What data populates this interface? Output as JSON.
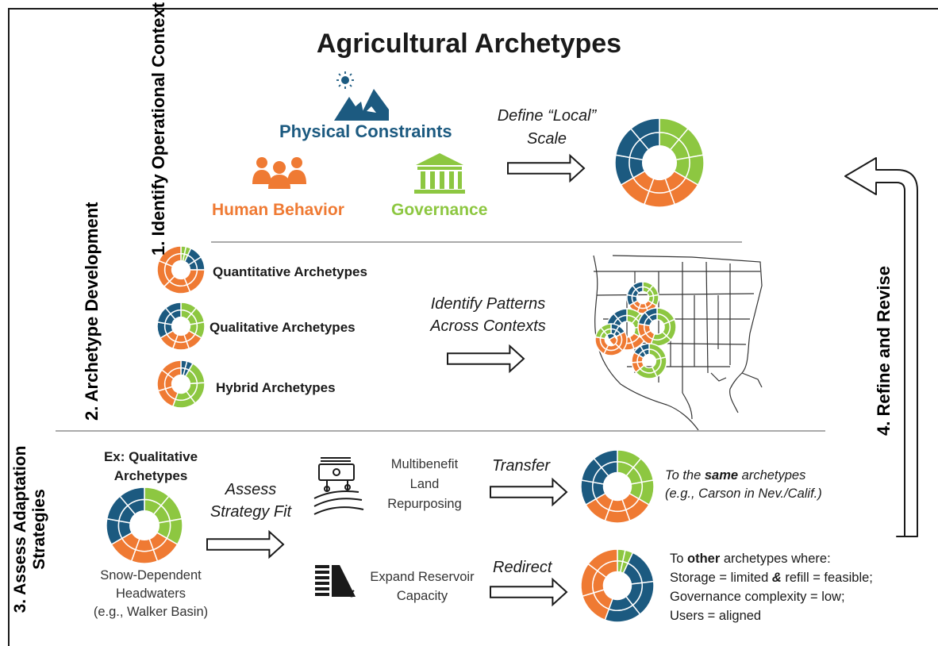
{
  "title": "Agricultural Archetypes",
  "steps": {
    "step1": "1. Identify Operational Context",
    "step2": "2. Archetype Development",
    "step3": "3. Assess Adaptation Strategies",
    "step4": "4. Refine and Revise"
  },
  "context": {
    "physical": "Physical Constraints",
    "human": "Human Behavior",
    "governance": "Governance",
    "define_line1": "Define “Local”",
    "define_line2": "Scale"
  },
  "development": {
    "quantitative": "Quantitative Archetypes",
    "qualitative": "Qualitative Archetypes",
    "hybrid": "Hybrid Archetypes",
    "patterns_line1": "Identify Patterns",
    "patterns_line2": "Across Contexts"
  },
  "assess": {
    "example_line1": "Ex: Qualitative",
    "example_line2": "Archetypes",
    "fit_line1": "Assess",
    "fit_line2": "Strategy Fit",
    "basin_line1": "Snow-Dependent",
    "basin_line2": "Headwaters",
    "basin_line3": "(e.g., Walker Basin)",
    "strategy1_line1": "Multibenefit",
    "strategy1_line2": "Land",
    "strategy1_line3": "Repurposing",
    "strategy2_line1": "Expand Reservoir",
    "strategy2_line2": "Capacity",
    "transfer": "Transfer",
    "redirect": "Redirect",
    "same_pre": "To the ",
    "same_bold": "same",
    "same_post": " archetypes",
    "same_example": "(e.g., Carson in Nev./Calif.)",
    "other_pre": "To ",
    "other_bold": "other",
    "other_post": " archetypes where:",
    "cond1_a": "Storage = limited ",
    "cond1_amp": "&",
    "cond1_b": " refill = feasible;",
    "cond2": "Governance complexity = low;",
    "cond3": "Users = aligned"
  },
  "colors": {
    "physical": "#1c5a80",
    "human": "#ef7a33",
    "governance": "#8dc741",
    "dark": "#1a1a1a"
  },
  "icons": [
    "sun-mountain-icon",
    "people-group-icon",
    "government-building-icon",
    "money-field-icon",
    "dam-icon",
    "arrow-icon",
    "north-america-map"
  ]
}
